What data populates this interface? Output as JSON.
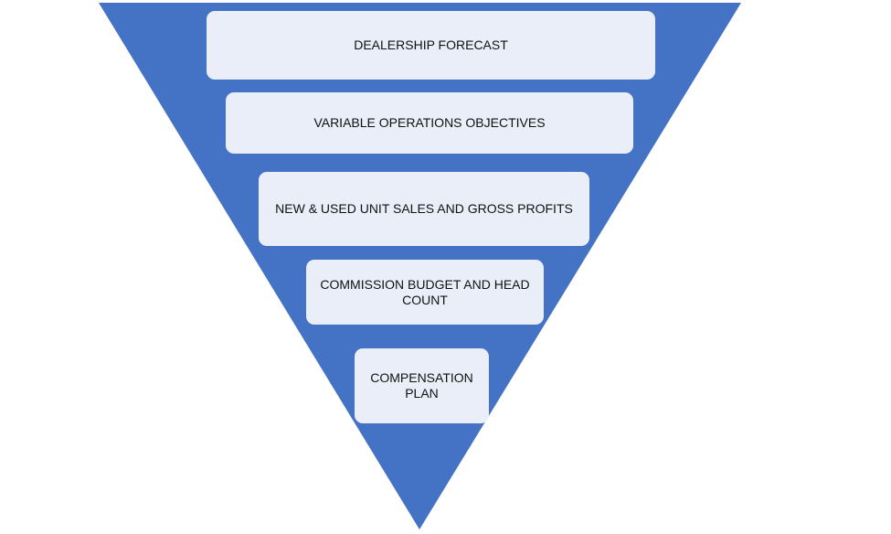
{
  "diagram": {
    "type": "inverted-pyramid",
    "fill_color": "#4472c4",
    "box_color": "#e9eef8",
    "levels": [
      {
        "label": "DEALERSHIP FORECAST"
      },
      {
        "label": "VARIABLE OPERATIONS OBJECTIVES"
      },
      {
        "label": "NEW & USED UNIT SALES AND GROSS PROFITS"
      },
      {
        "label": "COMMISSION BUDGET AND HEAD COUNT"
      },
      {
        "label": "COMPENSATION PLAN"
      }
    ]
  }
}
